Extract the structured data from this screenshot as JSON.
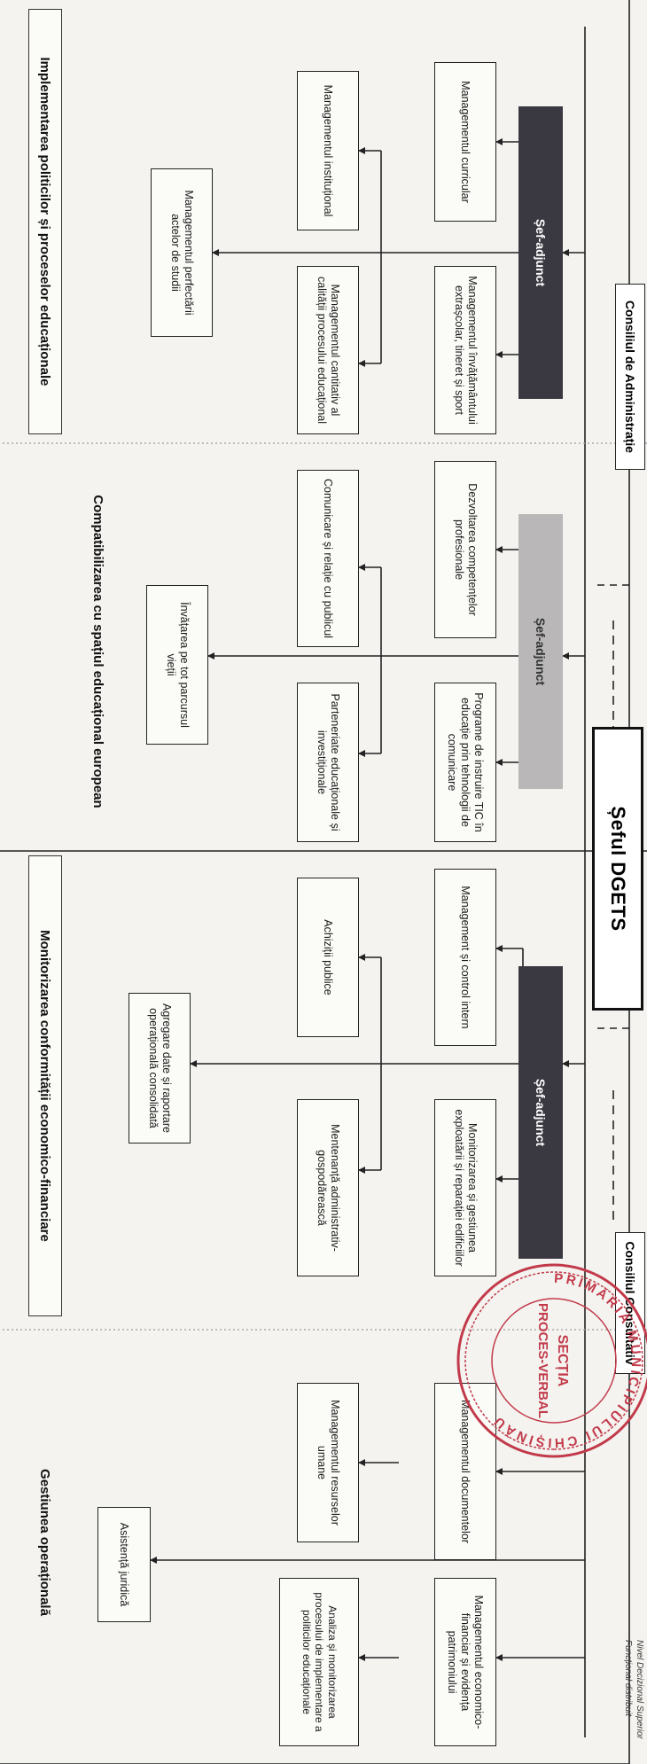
{
  "head": {
    "label": "Șeful DGETS"
  },
  "councils": {
    "administration": "Consiliul de Administrație",
    "consultative": "Consiliul Consultativ"
  },
  "departments": [
    {
      "band": "Implementarea politicilor și proceselor educaționale",
      "deputy": "Șef-adjunct",
      "units": [
        "Managementul curricular",
        "Managementul învățământului extrașcolar, tineret și sport",
        "Managementul instituțional",
        "Managementul cantitativ al calității procesului educațional",
        "Managementul perfectării actelor de studii"
      ]
    },
    {
      "band": "Compatibilizarea cu spațiul educațional european",
      "deputy": "Șef-adjunct",
      "units": [
        "Dezvoltarea competențelor profesionale",
        "Programe de instruire TIC în educație prin tehnologii de comunicare",
        "Comunicare și relație cu publicul",
        "Parteneriate educaționale și investiționale",
        "Învățarea pe tot parcursul vieții"
      ]
    },
    {
      "band": "Monitorizarea conformității economico-financiare",
      "deputy": "Șef-adjunct",
      "units": [
        "Management și control intern",
        "Monitorizarea și gestiunea exploatării și reparației edificiilor",
        "Achiziții publice",
        "Mentenanță administrativ-gospodărească",
        "Agregare date și raportare operațională consolidată"
      ]
    },
    {
      "band": "Gestiunea operațională",
      "units": [
        "Managementul documentelor",
        "Managementul economico-financiar și evidența patrimoniului",
        "Managementul resurselor umane",
        "Analiza și monitorizarea procesului de implementare a politicilor educaționale",
        "Asistență juridică"
      ]
    }
  ],
  "stamp": {
    "top": "PRIMĂRIA MUNICIPIULUI CHIȘINĂU",
    "line1": "SECȚIA",
    "line2": "PROCES-VERBAL"
  },
  "footnote": {
    "line1": "Nivel Decizional Superior",
    "line2": "Funcțional distribuit"
  },
  "colors": {
    "dark_deputy": "#3a3840",
    "light_deputy": "#b9b7b8",
    "stamp": "#c23a4a"
  }
}
